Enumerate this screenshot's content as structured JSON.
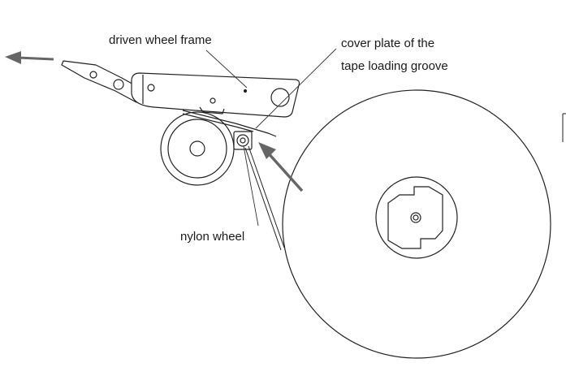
{
  "labels": {
    "driven_wheel_frame": "driven wheel frame",
    "cover_plate_line1": "cover plate of the",
    "cover_plate_line2": "tape loading groove",
    "nylon_wheel": "nylon wheel"
  },
  "colors": {
    "line": "#222222",
    "arrow": "#666666",
    "background": "#ffffff"
  }
}
